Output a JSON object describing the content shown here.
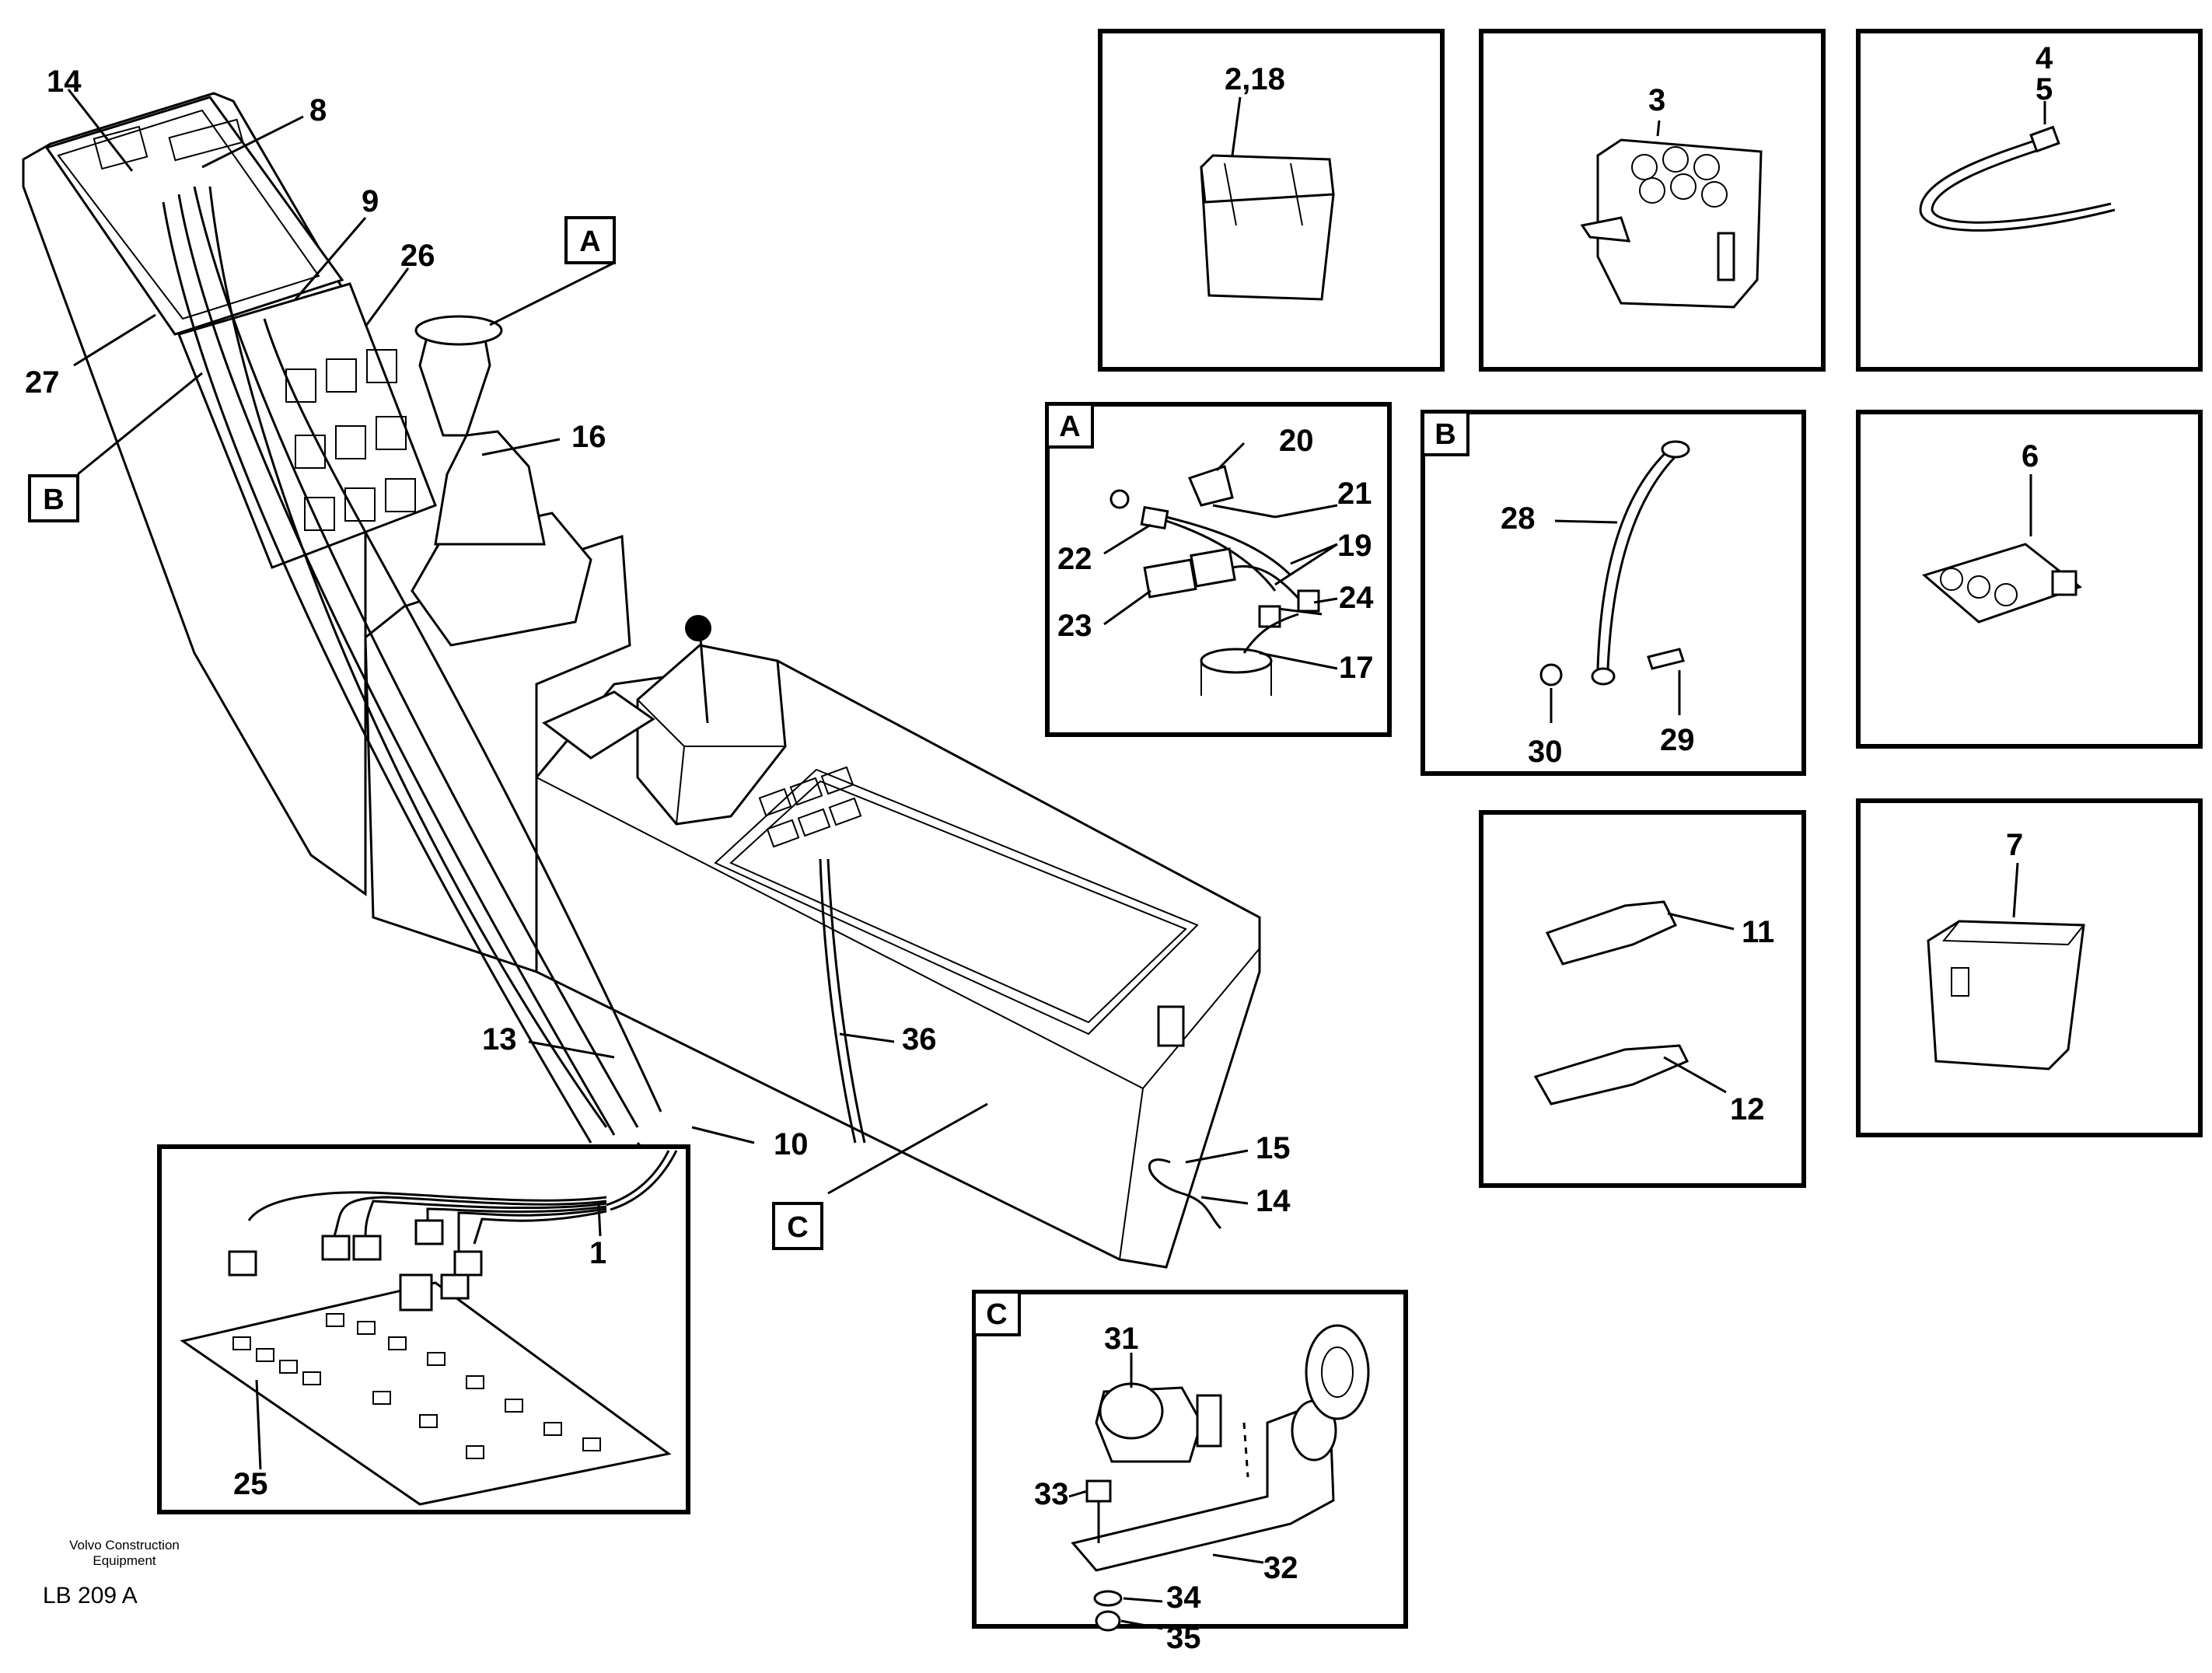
{
  "callouts": {
    "main": [
      "14",
      "8",
      "9",
      "26",
      "27",
      "16",
      "13",
      "36",
      "10",
      "15",
      "14",
      "1",
      "25"
    ],
    "box_top": [
      "2,18",
      "3",
      "4",
      "5"
    ],
    "box_a": [
      "20",
      "21",
      "19",
      "22",
      "24",
      "23",
      "17"
    ],
    "box_b": [
      "28",
      "30",
      "29"
    ],
    "box_6": "6",
    "box_7": "7",
    "box_terminals": [
      "11",
      "12"
    ],
    "box_c": [
      "31",
      "33",
      "32",
      "34",
      "35"
    ]
  },
  "section_tags": {
    "a": "A",
    "b": "B",
    "c": "C",
    "box_a": "A",
    "box_b": "B",
    "box_c": "C"
  },
  "footer": {
    "company_line1": "Volvo Construction",
    "company_line2": "Equipment",
    "drawing_id": "LB 209 A"
  }
}
